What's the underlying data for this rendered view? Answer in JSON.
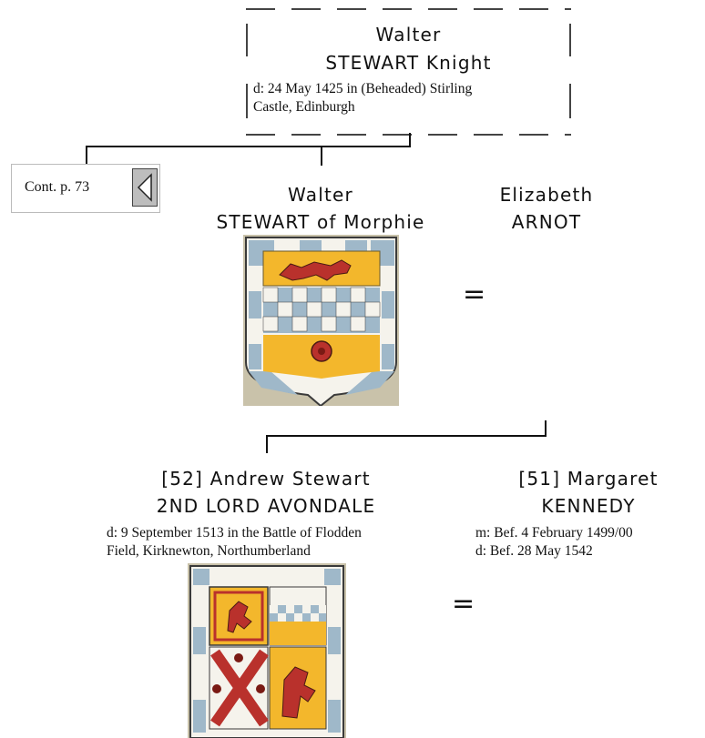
{
  "walter_knight": {
    "given": "Walter",
    "surname": "STEWART Knight",
    "detail_line1": "d: 24 May 1425 in (Beheaded) Stirling",
    "detail_line2": "Castle, Edinburgh"
  },
  "cont_link": {
    "label": "Cont. p. 73",
    "icon": "left-arrow-icon"
  },
  "walter_morphie": {
    "given": "Walter",
    "surname": "STEWART of Morphie"
  },
  "elizabeth": {
    "given": "Elizabeth",
    "surname": "ARNOT"
  },
  "marriage_symbol": "=",
  "andrew": {
    "given": "[52] Andrew Stewart",
    "surname": "2ND LORD AVONDALE",
    "detail_line1": "d: 9 September 1513 in the Battle of Flodden",
    "detail_line2": "Field, Kirknewton, Northumberland"
  },
  "margaret": {
    "given": "[51] Margaret",
    "surname": "KENNEDY",
    "detail_line1": "m: Bef. 4 February 1499/00",
    "detail_line2": "d: Bef. 28 May 1542"
  },
  "colors": {
    "shield_blue": "#9fb8c9",
    "shield_gold": "#f3b72c",
    "shield_red": "#b9312c",
    "shield_white": "#f5f3ec",
    "shield_border": "#3a3a3a"
  }
}
